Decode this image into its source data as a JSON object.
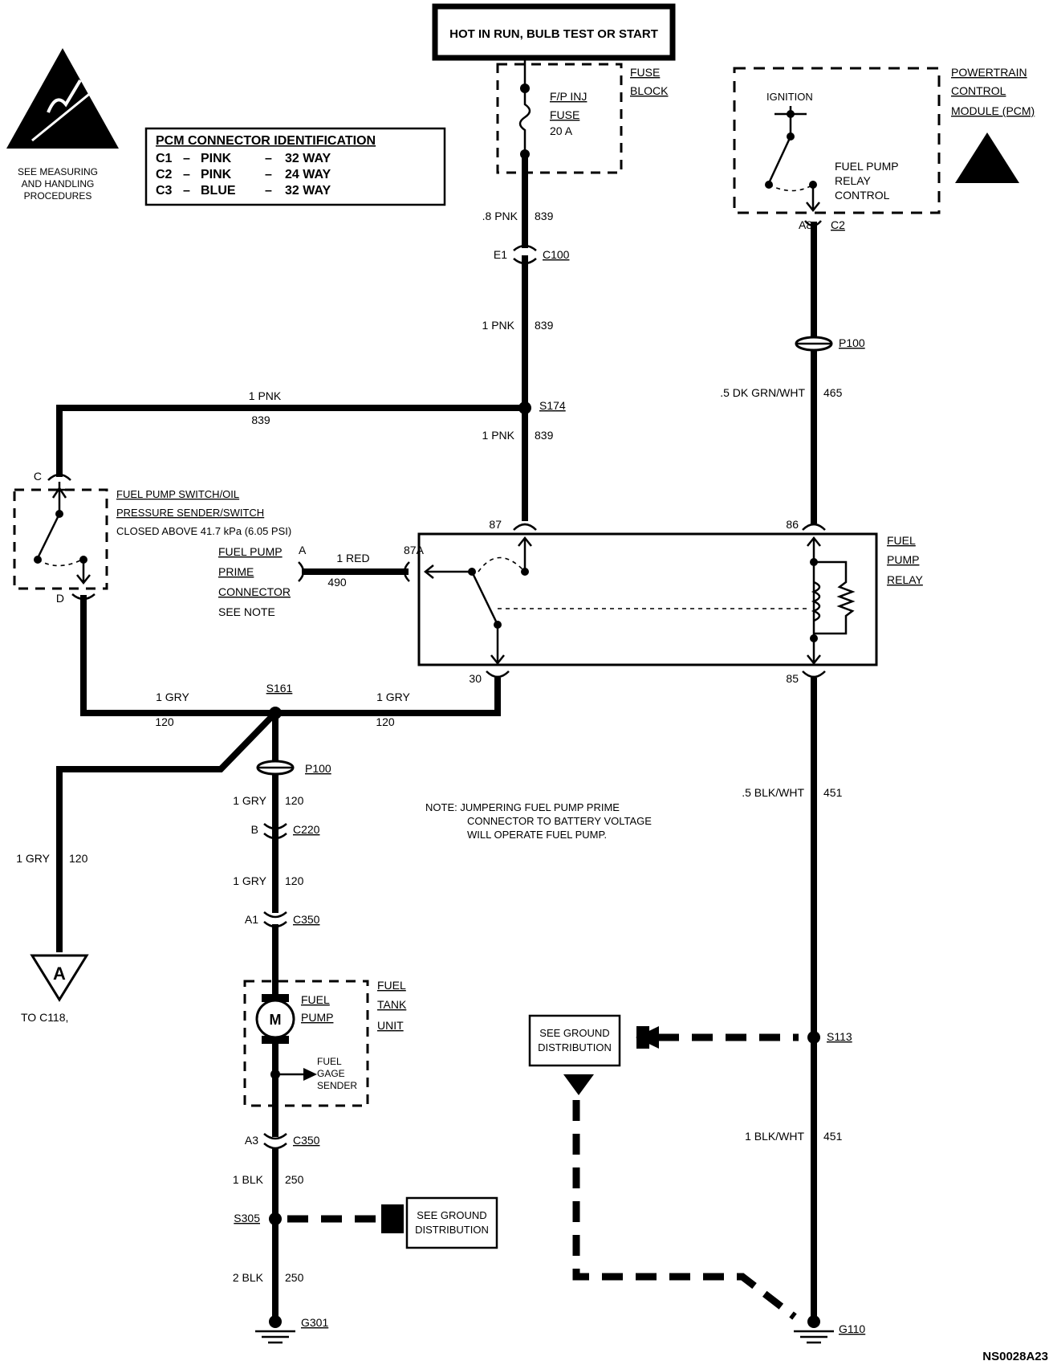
{
  "header": {
    "power_label": "HOT IN RUN, BULB TEST OR START"
  },
  "esd_note": {
    "line1": "SEE MEASURING",
    "line2": "AND HANDLING",
    "line3": "PROCEDURES"
  },
  "pcm_table": {
    "title": "PCM CONNECTOR IDENTIFICATION",
    "rows": [
      {
        "conn": "C1",
        "color": "PINK",
        "ways": "32 WAY"
      },
      {
        "conn": "C2",
        "color": "PINK",
        "ways": "24 WAY"
      },
      {
        "conn": "C3",
        "color": "BLUE",
        "ways": "32 WAY"
      }
    ],
    "dash": "–"
  },
  "fuse_block": {
    "label1": "FUSE",
    "label2": "BLOCK",
    "fuse_line1": "F/P INJ",
    "fuse_line2": "FUSE",
    "fuse_line3": "20 A"
  },
  "pcm": {
    "label1": "POWERTRAIN",
    "label2": "CONTROL",
    "label3": "MODULE (PCM)",
    "ignition": "IGNITION",
    "relay_ctrl1": "FUEL PUMP",
    "relay_ctrl2": "RELAY",
    "relay_ctrl3": "CONTROL",
    "pin": "A8",
    "conn": "C2"
  },
  "wires": {
    "w1_color": ".8 PNK",
    "w1_circuit": "839",
    "c100_pin": "E1",
    "c100": "C100",
    "w2_color": "1 PNK",
    "w2_circuit": "839",
    "s174": "S174",
    "w3_color": "1 PNK",
    "w3_circuit": "839",
    "w4_color": "1 PNK",
    "w4_circuit": "839",
    "p100_top": "P100",
    "w5_color": ".5 DK GRN/WHT",
    "w5_circuit": "465",
    "red_color": "1 RED",
    "red_circuit": "490",
    "gry_left_color": "1 GRY",
    "gry_left_circuit": "120",
    "gry_right_color": "1 GRY",
    "gry_right_circuit": "120",
    "s161": "S161",
    "p100_mid": "P100",
    "gry_a_color": "1 GRY",
    "gry_a_circuit": "120",
    "c220_pin": "B",
    "c220": "C220",
    "gry_b_color": "1 GRY",
    "gry_b_circuit": "120",
    "c350_pin_top": "A1",
    "c350_top": "C350",
    "gry_left_long_color": "1 GRY",
    "gry_left_long_circuit": "120",
    "blkwht_a_color": ".5 BLK/WHT",
    "blkwht_a_circuit": "451",
    "s113": "S113",
    "blkwht_b_color": "1 BLK/WHT",
    "blkwht_b_circuit": "451",
    "g110": "G110",
    "c350_pin_bot": "A3",
    "c350_bot": "C350",
    "blk_a_color": "1 BLK",
    "blk_a_circuit": "250",
    "s305": "S305",
    "blk_b_color": "2 BLK",
    "blk_b_circuit": "250",
    "g301": "G301"
  },
  "oil_switch": {
    "line1": "FUEL PUMP SWITCH/OIL",
    "line2": "PRESSURE SENDER/SWITCH",
    "line3": "CLOSED ABOVE 41.7 kPa (6.05 PSI)",
    "pin_c": "C",
    "pin_d": "D"
  },
  "prime_connector": {
    "line1": "FUEL PUMP",
    "line2": "PRIME",
    "line3": "CONNECTOR",
    "line4": "SEE NOTE",
    "pin": "A"
  },
  "relay": {
    "label1": "FUEL",
    "label2": "PUMP",
    "label3": "RELAY",
    "pin87": "87",
    "pin87a": "87A",
    "pin86": "86",
    "pin30": "30",
    "pin85": "85"
  },
  "note": {
    "line1": "NOTE: JUMPERING FUEL PUMP PRIME",
    "line2": "CONNECTOR TO BATTERY VOLTAGE",
    "line3": "WILL OPERATE FUEL PUMP."
  },
  "connector_a": {
    "letter": "A",
    "label": "TO C118,"
  },
  "fuel_tank": {
    "label1": "FUEL",
    "label2": "TANK",
    "label3": "UNIT",
    "motor": "M",
    "pump1": "FUEL",
    "pump2": "PUMP",
    "sender1": "FUEL",
    "sender2": "GAGE",
    "sender3": "SENDER"
  },
  "ground_dist_right": {
    "line1": "SEE GROUND",
    "line2": "DISTRIBUTION"
  },
  "ground_dist_left": {
    "line1": "SEE GROUND",
    "line2": "DISTRIBUTION"
  },
  "figure_id": "NS0028A23"
}
